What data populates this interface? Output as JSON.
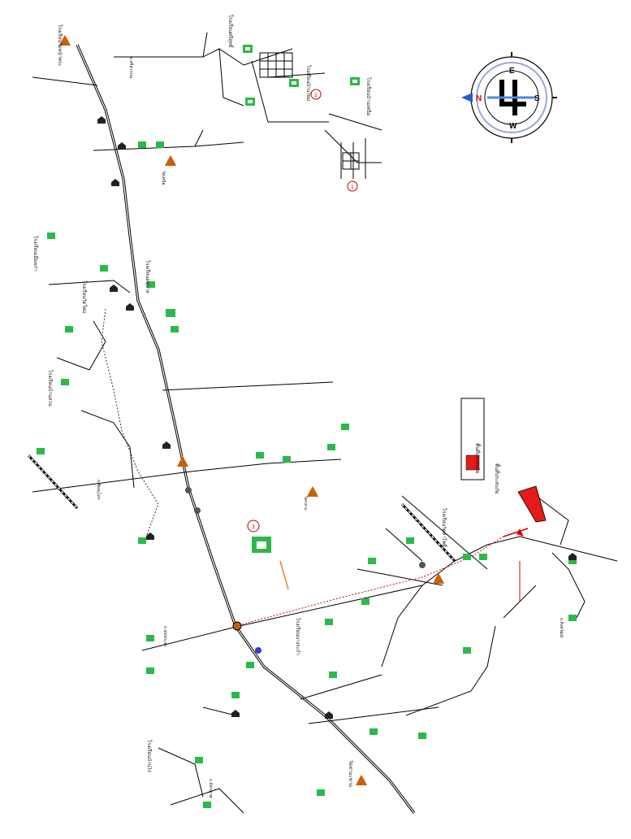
{
  "compass": {
    "letter_n": "N",
    "letter_s": "S",
    "letter_e": "E",
    "letter_w": "W"
  },
  "legend": {
    "label": "พื้นที่ประสบภัย"
  },
  "badges": {
    "b1": "1",
    "b2": "2",
    "b3": "3"
  },
  "labels": {
    "school_north": "โรงเรียนวัดหน้าพระ",
    "school_banmai": "โรงเรียนบ้านใหม่",
    "school_bannua": "โรงเรียนบ้านเหนือ",
    "school_top": "โรงเรียนศรีสุทธิ์",
    "temple_top": "วัดเหนือ",
    "road_top": "ถ.ศรีสุวรรณ",
    "school_c1": "โรงเรียนเมืองเก่า",
    "school_c2": "โรงเรียนวัดใหม่",
    "school_c3": "โรงเรียนบ้านสวน",
    "school_c4": "โรงเรียนอนุบาล",
    "temple_mid": "วัดกลาง",
    "road_mid": "ถ.พิษณุโลก",
    "site_focus": "พื้นที่ประสบภัย",
    "school_bottom": "โรงเรียนบางระกำ",
    "road_bottom": "ถ.สุขประชา",
    "school_right": "โรงเรียนวัดท่าโพธิ์",
    "temple_bottom": "วัดท่ามะขาม",
    "road_west": "ถ.มิตรภาพ",
    "school_sw": "โรงเรียนบ้านไร่",
    "road_right": "ถ.สิงหวัฒน์"
  }
}
